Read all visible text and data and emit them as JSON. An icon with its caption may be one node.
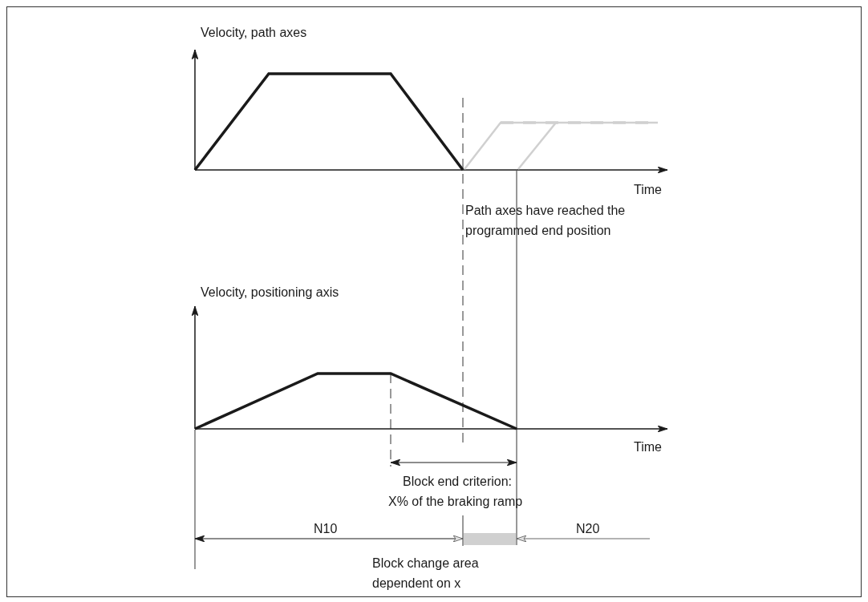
{
  "diagram": {
    "labels": [
      "Velocity, path axes",
      "Time",
      "Path axes have reached the programmed end position",
      "Velocity, positioning axis",
      "Time",
      "Block end criterion:",
      "X% of the braking ramp",
      "N10",
      "N20",
      "Block change area dependent on x"
    ]
  }
}
